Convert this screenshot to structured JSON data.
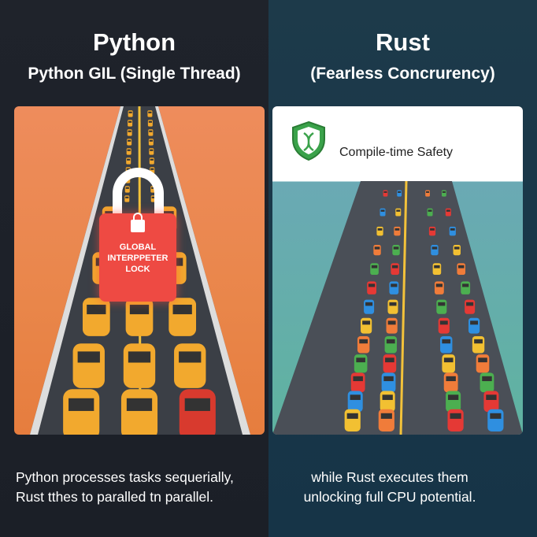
{
  "left": {
    "title": "Python",
    "subtitle": "Python GIL (Single Thread)",
    "lock_label": "GLOBAL\nINTERPPETER\nLOCK",
    "caption_line1": "Python processes tasks sequerially,",
    "caption_line2": "Rust tthes to paralled tn parallel.",
    "car_color": "#f2a92e"
  },
  "right": {
    "title": "Rust",
    "subtitle": "(Fearless Concrurency)",
    "badge_label": "Compile-time Safety",
    "caption_line1": "while Rust executes them",
    "caption_line2": "unlocking full CPU potential.",
    "car_colors": [
      "#4caf50",
      "#e53935",
      "#2f8fe0",
      "#f2c032",
      "#f07c3a"
    ]
  },
  "colors": {
    "lock": "#ee4a43",
    "shield": "#3aa24a"
  }
}
